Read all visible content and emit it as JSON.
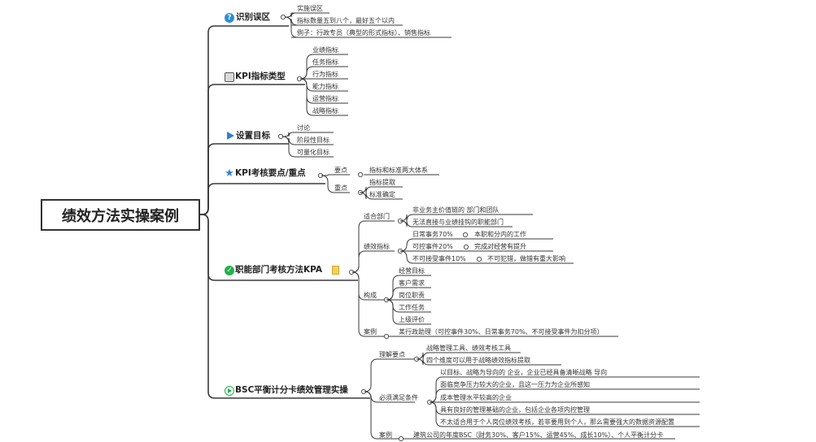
{
  "root": {
    "label": "绩效方法实操案例"
  },
  "icons": {
    "b1": "question-icon",
    "b2": "kpi-image-icon",
    "b3": "flag-icon",
    "b4": "star-icon",
    "b5": "check-circle-icon",
    "b6": "play-circle-icon",
    "b5_note": "note-icon"
  },
  "branches": {
    "b1": {
      "label": "识别误区",
      "items": [
        "实施误区",
        "指标数量五到八个，最好五个以内",
        "例子：行政专员（典型的形式指标）、销售指标"
      ]
    },
    "b2": {
      "label": "KPI指标类型",
      "items": [
        "业绩指标",
        "任务指标",
        "行为指标",
        "能力指标",
        "运营指标",
        "战略指标"
      ]
    },
    "b3": {
      "label": "设置目标",
      "items": [
        "讨论",
        "阶段性目标",
        "可量化目标"
      ]
    },
    "b4": {
      "label": "KPI考核要点/重点",
      "yaodian": {
        "label": "要点",
        "item": "指标和标准两大体系"
      },
      "zhongdian": {
        "label": "重点",
        "items": [
          "指标提取",
          "标准确定"
        ]
      }
    },
    "b5": {
      "label": "职能部门考核方法KPA",
      "shihe": {
        "label": "适合部门",
        "items": [
          "非业务主价值链的 部门和团队",
          "无法直接与业绩挂钩的职能部门"
        ]
      },
      "jixiao": {
        "label": "绩效指标",
        "rows": [
          {
            "a": "日常事务70%",
            "b": "本职和分内的工作"
          },
          {
            "a": "可控事件20%",
            "b": "完成对经营有提升"
          },
          {
            "a": "不可接受事件10%",
            "b": "不可犯错，做错有重大影响"
          }
        ]
      },
      "goucheng": {
        "label": "构成",
        "items": [
          "经营目标",
          "客户需求",
          "岗位职责",
          "工作任务",
          "上级评价"
        ]
      },
      "anli": {
        "label": "案例",
        "item": "某行政助理（可控事件30%、日常事务70%、不可接受事件为扣分项）"
      }
    },
    "b6": {
      "label": "BSC平衡计分卡绩效管理实操",
      "lijie": {
        "label": "理解要点",
        "items": [
          "战略管理工具、绩效考核工具",
          "四个维度可以用于战略绩效指标提取"
        ]
      },
      "shiyong": {
        "label": "必须满足条件",
        "items": [
          "以目标、战略为导向的 企业，企业已经具备清晰战略 导向",
          "面临竞争压力较大的企业，且这一压力为企业所感知",
          "成本管理水平较高的企业",
          "具有良好的管理基础的企业，包括企业各项内控管理",
          "不太适合用于个人岗位绩效考核，若非要用到个人，那么需要强大的数据资源配置"
        ]
      },
      "anli": {
        "label": "案例",
        "item": "建筑公司的年度BSC（财务30%、客户15%、运营45%、成长10%）、个人平衡计分卡"
      }
    }
  }
}
